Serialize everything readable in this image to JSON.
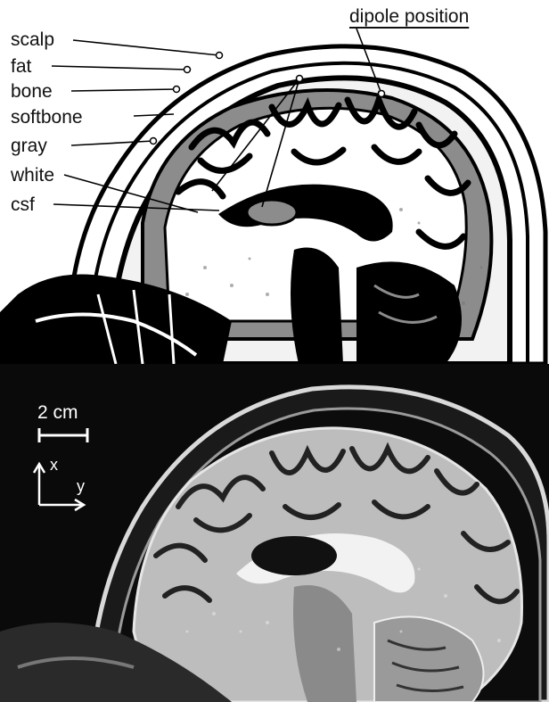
{
  "figure": {
    "top_panel": {
      "labels": {
        "scalp": "scalp",
        "fat": "fat",
        "bone": "bone",
        "softbone": "softbone",
        "gray": "gray",
        "white": "white",
        "csf": "csf"
      },
      "dipole_label": "dipole position"
    },
    "bottom_panel": {
      "scale_bar_label": "2 cm",
      "axis_x_label": "x",
      "axis_y_label": "y"
    }
  }
}
